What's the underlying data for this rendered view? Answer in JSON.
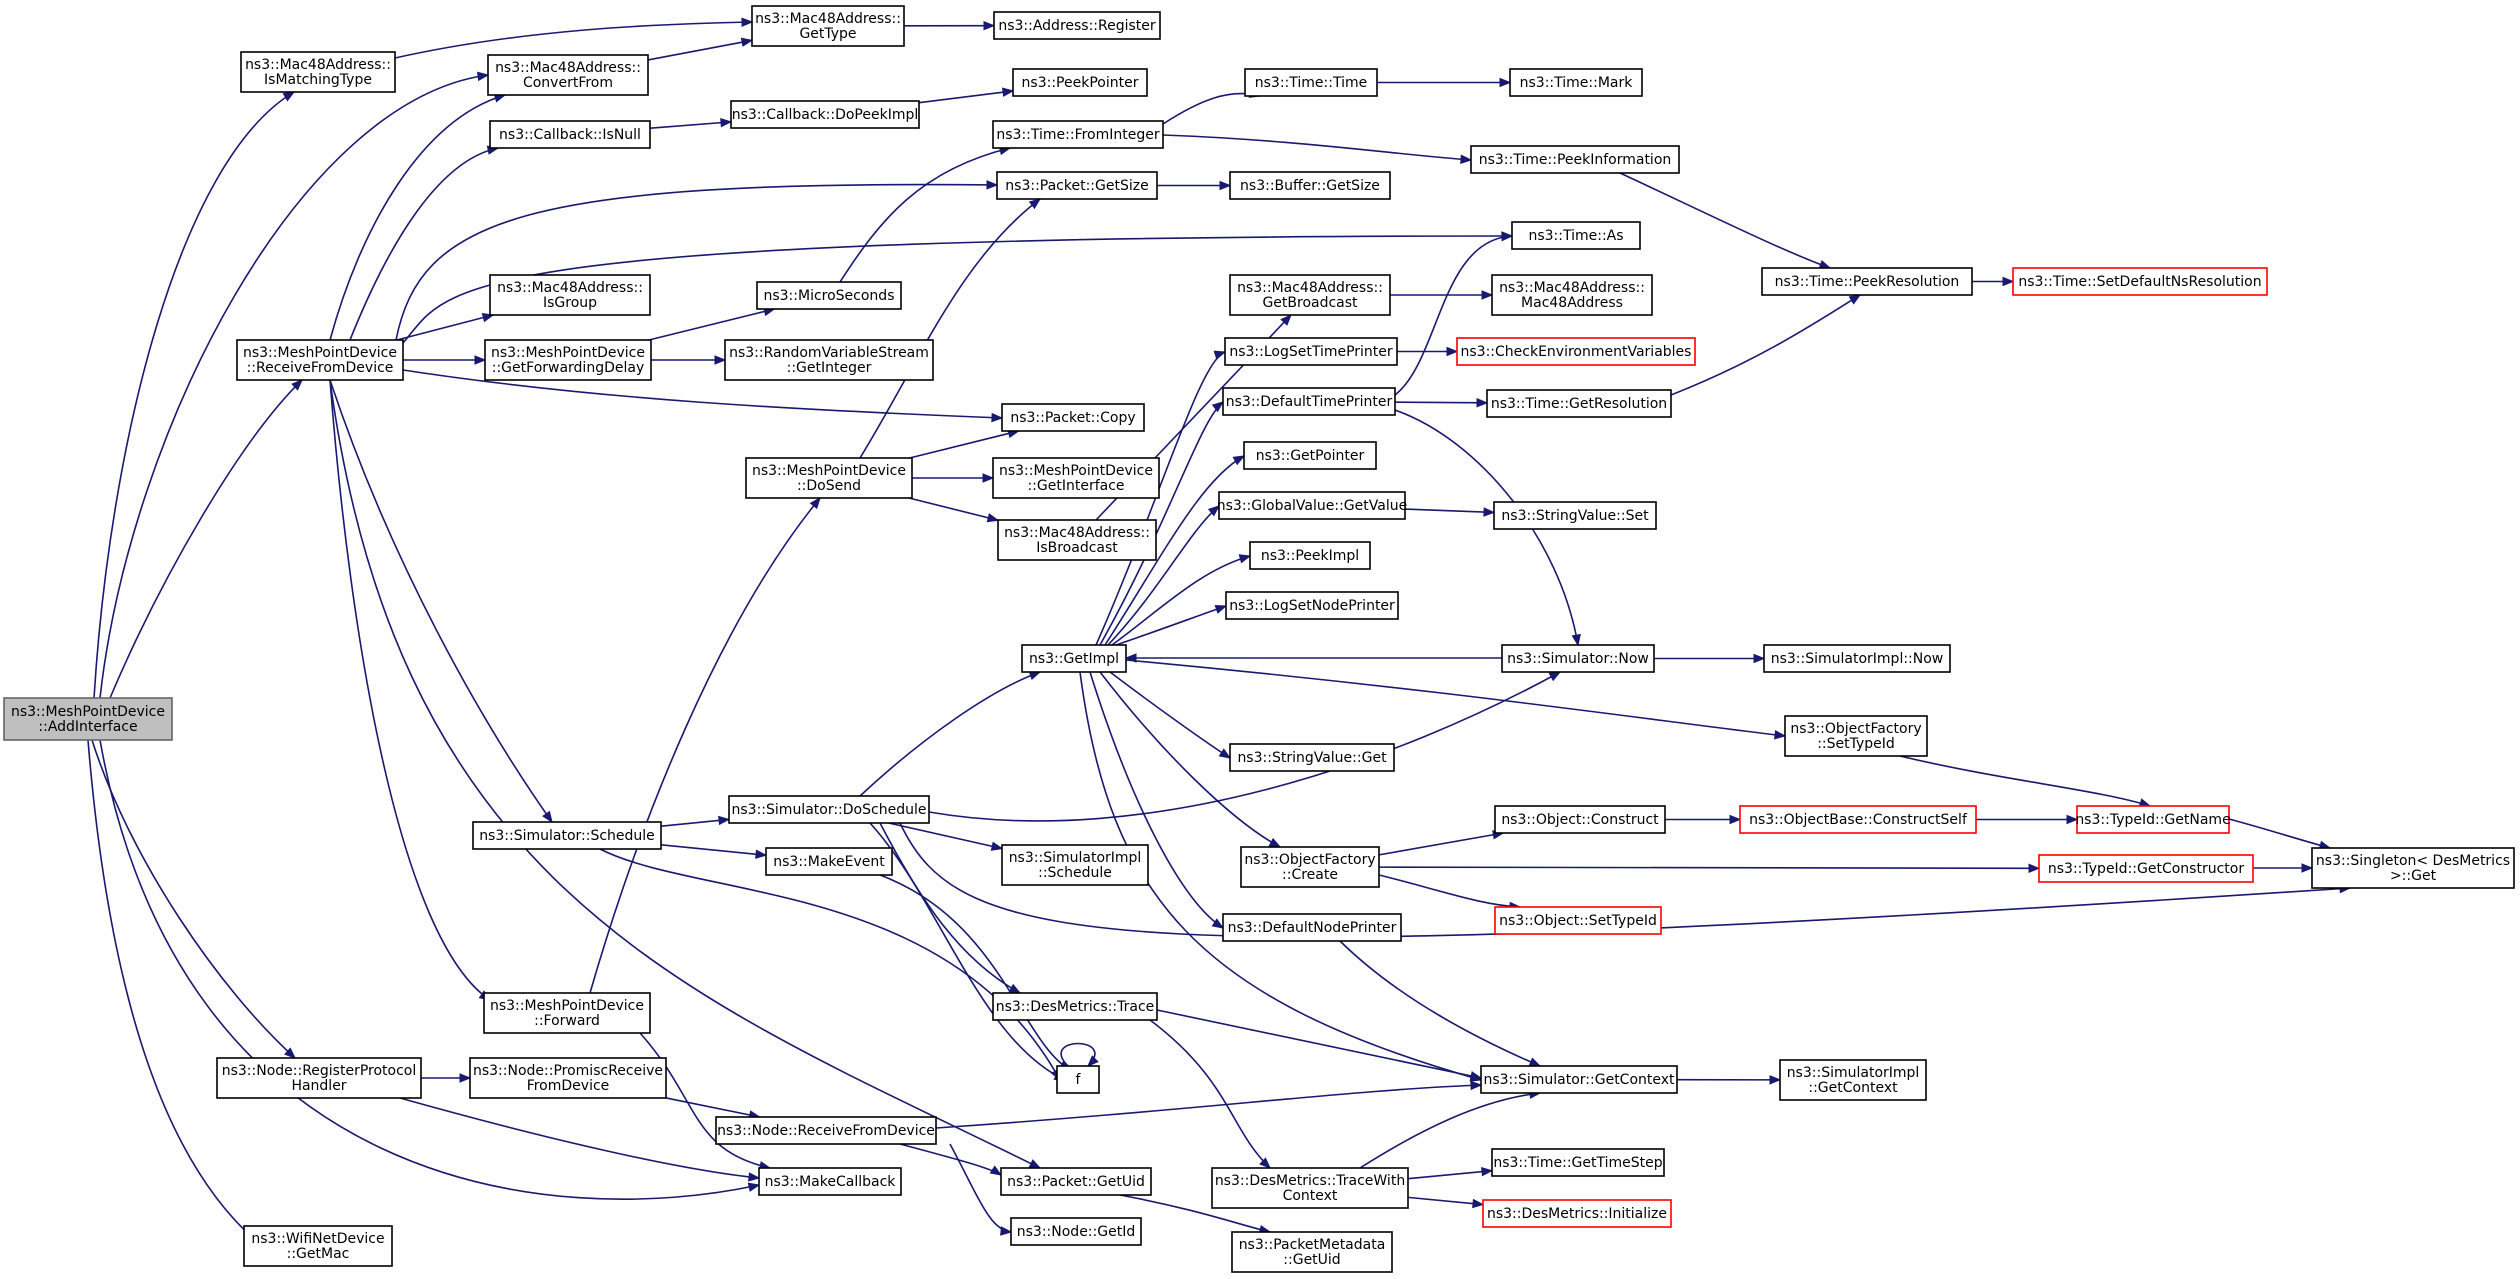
{
  "diagram": {
    "nodes": [
      {
        "id": "root",
        "lines": [
          "ns3::MeshPointDevice",
          "::AddInterface"
        ],
        "style": "root"
      },
      {
        "id": "mac_ismatching",
        "lines": [
          "ns3::Mac48Address::",
          "IsMatchingType"
        ]
      },
      {
        "id": "mac_gettype",
        "lines": [
          "ns3::Mac48Address::",
          "GetType"
        ]
      },
      {
        "id": "addr_register",
        "lines": [
          "ns3::Address::Register"
        ]
      },
      {
        "id": "mac_convertfrom",
        "lines": [
          "ns3::Mac48Address::",
          "ConvertFrom"
        ]
      },
      {
        "id": "peekpointer",
        "lines": [
          "ns3::PeekPointer"
        ]
      },
      {
        "id": "cb_dopeekimpl",
        "lines": [
          "ns3::Callback::DoPeekImpl"
        ]
      },
      {
        "id": "cb_isnull",
        "lines": [
          "ns3::Callback::IsNull"
        ]
      },
      {
        "id": "time_time",
        "lines": [
          "ns3::Time::Time"
        ]
      },
      {
        "id": "time_mark",
        "lines": [
          "ns3::Time::Mark"
        ]
      },
      {
        "id": "time_frominteger",
        "lines": [
          "ns3::Time::FromInteger"
        ]
      },
      {
        "id": "time_peekinfo",
        "lines": [
          "ns3::Time::PeekInformation"
        ]
      },
      {
        "id": "pkt_getsize",
        "lines": [
          "ns3::Packet::GetSize"
        ]
      },
      {
        "id": "buf_getsize",
        "lines": [
          "ns3::Buffer::GetSize"
        ]
      },
      {
        "id": "time_as",
        "lines": [
          "ns3::Time::As"
        ]
      },
      {
        "id": "time_peekres",
        "lines": [
          "ns3::Time::PeekResolution"
        ]
      },
      {
        "id": "time_setdefault",
        "lines": [
          "ns3::Time::SetDefaultNsResolution"
        ],
        "style": "red"
      },
      {
        "id": "mac_isgroup",
        "lines": [
          "ns3::Mac48Address::",
          "IsGroup"
        ]
      },
      {
        "id": "microseconds",
        "lines": [
          "ns3::MicroSeconds"
        ]
      },
      {
        "id": "mac_getbroadcast",
        "lines": [
          "ns3::Mac48Address::",
          "GetBroadcast"
        ]
      },
      {
        "id": "mac_mac48",
        "lines": [
          "ns3::Mac48Address::",
          "Mac48Address"
        ]
      },
      {
        "id": "mpd_receivefrom",
        "lines": [
          "ns3::MeshPointDevice",
          "::ReceiveFromDevice"
        ]
      },
      {
        "id": "mpd_getfwddelay",
        "lines": [
          "ns3::MeshPointDevice",
          "::GetForwardingDelay"
        ]
      },
      {
        "id": "rvs_getinteger",
        "lines": [
          "ns3::RandomVariableStream",
          "::GetInteger"
        ]
      },
      {
        "id": "logsettimeprinter",
        "lines": [
          "ns3::LogSetTimePrinter"
        ]
      },
      {
        "id": "checkenv",
        "lines": [
          "ns3::CheckEnvironmentVariables"
        ],
        "style": "red"
      },
      {
        "id": "defaulttimeprinter",
        "lines": [
          "ns3::DefaultTimePrinter"
        ]
      },
      {
        "id": "time_getres",
        "lines": [
          "ns3::Time::GetResolution"
        ]
      },
      {
        "id": "pkt_copy",
        "lines": [
          "ns3::Packet::Copy"
        ]
      },
      {
        "id": "getpointer",
        "lines": [
          "ns3::GetPointer"
        ]
      },
      {
        "id": "mpd_dosend",
        "lines": [
          "ns3::MeshPointDevice",
          "::DoSend"
        ]
      },
      {
        "id": "mpd_getinterface",
        "lines": [
          "ns3::MeshPointDevice",
          "::GetInterface"
        ]
      },
      {
        "id": "gv_getvalue",
        "lines": [
          "ns3::GlobalValue::GetValue"
        ]
      },
      {
        "id": "sv_set",
        "lines": [
          "ns3::StringValue::Set"
        ]
      },
      {
        "id": "mac_isbroadcast",
        "lines": [
          "ns3::Mac48Address::",
          "IsBroadcast"
        ]
      },
      {
        "id": "peekimpl",
        "lines": [
          "ns3::PeekImpl"
        ]
      },
      {
        "id": "logsetnodeprinter",
        "lines": [
          "ns3::LogSetNodePrinter"
        ]
      },
      {
        "id": "getimpl",
        "lines": [
          "ns3::GetImpl"
        ]
      },
      {
        "id": "sim_now",
        "lines": [
          "ns3::Simulator::Now"
        ]
      },
      {
        "id": "simimpl_now",
        "lines": [
          "ns3::SimulatorImpl::Now"
        ]
      },
      {
        "id": "of_settypeid",
        "lines": [
          "ns3::ObjectFactory",
          "::SetTypeId"
        ]
      },
      {
        "id": "sv_get",
        "lines": [
          "ns3::StringValue::Get"
        ]
      },
      {
        "id": "sim_doschedule",
        "lines": [
          "ns3::Simulator::DoSchedule"
        ]
      },
      {
        "id": "obj_construct",
        "lines": [
          "ns3::Object::Construct"
        ]
      },
      {
        "id": "ob_constructself",
        "lines": [
          "ns3::ObjectBase::ConstructSelf"
        ],
        "style": "red"
      },
      {
        "id": "typeid_getname",
        "lines": [
          "ns3::TypeId::GetName"
        ],
        "style": "red"
      },
      {
        "id": "sim_schedule",
        "lines": [
          "ns3::Simulator::Schedule"
        ]
      },
      {
        "id": "makeevent",
        "lines": [
          "ns3::MakeEvent"
        ]
      },
      {
        "id": "simimpl_schedule",
        "lines": [
          "ns3::SimulatorImpl",
          "::Schedule"
        ]
      },
      {
        "id": "of_create",
        "lines": [
          "ns3::ObjectFactory",
          "::Create"
        ]
      },
      {
        "id": "typeid_getctor",
        "lines": [
          "ns3::TypeId::GetConstructor"
        ],
        "style": "red"
      },
      {
        "id": "singleton_get",
        "lines": [
          "ns3::Singleton< DesMetrics",
          ">::Get"
        ]
      },
      {
        "id": "obj_settypeid",
        "lines": [
          "ns3::Object::SetTypeId"
        ],
        "style": "red"
      },
      {
        "id": "defaultnodeprinter",
        "lines": [
          "ns3::DefaultNodePrinter"
        ]
      },
      {
        "id": "mpd_forward",
        "lines": [
          "ns3::MeshPointDevice",
          "::Forward"
        ]
      },
      {
        "id": "desmetrics_trace",
        "lines": [
          "ns3::DesMetrics::Trace"
        ]
      },
      {
        "id": "node_regproto",
        "lines": [
          "ns3::Node::RegisterProtocol",
          "Handler"
        ]
      },
      {
        "id": "node_promisc",
        "lines": [
          "ns3::Node::PromiscReceive",
          "FromDevice"
        ]
      },
      {
        "id": "f",
        "lines": [
          "f"
        ]
      },
      {
        "id": "sim_getcontext",
        "lines": [
          "ns3::Simulator::GetContext"
        ]
      },
      {
        "id": "simimpl_getcontext",
        "lines": [
          "ns3::SimulatorImpl",
          "::GetContext"
        ]
      },
      {
        "id": "node_receivefrom",
        "lines": [
          "ns3::Node::ReceiveFromDevice"
        ]
      },
      {
        "id": "time_gettimestep",
        "lines": [
          "ns3::Time::GetTimeStep"
        ]
      },
      {
        "id": "makecallback",
        "lines": [
          "ns3::MakeCallback"
        ]
      },
      {
        "id": "pkt_getuid",
        "lines": [
          "ns3::Packet::GetUid"
        ]
      },
      {
        "id": "desmetrics_tracewith",
        "lines": [
          "ns3::DesMetrics::TraceWith",
          "Context"
        ]
      },
      {
        "id": "desmetrics_init",
        "lines": [
          "ns3::DesMetrics::Initialize"
        ],
        "style": "red"
      },
      {
        "id": "wifi_getmac",
        "lines": [
          "ns3::WifiNetDevice",
          "::GetMac"
        ]
      },
      {
        "id": "node_getid",
        "lines": [
          "ns3::Node::GetId"
        ]
      },
      {
        "id": "pktmeta_getuid",
        "lines": [
          "ns3::PacketMetadata",
          "::GetUid"
        ]
      }
    ],
    "edges": [
      [
        "root",
        "mac_ismatching"
      ],
      [
        "root",
        "mac_convertfrom"
      ],
      [
        "root",
        "mpd_receivefrom"
      ],
      [
        "root",
        "node_regproto"
      ],
      [
        "root",
        "makecallback"
      ],
      [
        "root",
        "wifi_getmac"
      ],
      [
        "mac_ismatching",
        "mac_gettype"
      ],
      [
        "mac_convertfrom",
        "mac_gettype"
      ],
      [
        "mac_gettype",
        "addr_register"
      ],
      [
        "cb_isnull",
        "cb_dopeekimpl"
      ],
      [
        "cb_dopeekimpl",
        "peekpointer"
      ],
      [
        "time_frominteger",
        "time_time"
      ],
      [
        "time_time",
        "time_mark"
      ],
      [
        "time_frominteger",
        "time_peekinfo"
      ],
      [
        "time_peekinfo",
        "time_peekres"
      ],
      [
        "time_peekres",
        "time_setdefault"
      ],
      [
        "time_getres",
        "time_peekres"
      ],
      [
        "pkt_getsize",
        "buf_getsize"
      ],
      [
        "microseconds",
        "time_frominteger"
      ],
      [
        "mpd_receivefrom",
        "mac_convertfrom"
      ],
      [
        "mpd_receivefrom",
        "cb_isnull"
      ],
      [
        "mpd_receivefrom",
        "pkt_getsize"
      ],
      [
        "mpd_receivefrom",
        "time_as"
      ],
      [
        "mpd_receivefrom",
        "mac_isgroup"
      ],
      [
        "mpd_receivefrom",
        "mpd_getfwddelay"
      ],
      [
        "mpd_receivefrom",
        "pkt_copy"
      ],
      [
        "mpd_receivefrom",
        "sim_schedule"
      ],
      [
        "mpd_receivefrom",
        "mpd_forward"
      ],
      [
        "mpd_receivefrom",
        "pkt_getuid"
      ],
      [
        "mpd_getfwddelay",
        "microseconds"
      ],
      [
        "mpd_getfwddelay",
        "rvs_getinteger"
      ],
      [
        "mac_getbroadcast",
        "mac_mac48"
      ],
      [
        "logsettimeprinter",
        "checkenv"
      ],
      [
        "defaulttimeprinter",
        "time_as"
      ],
      [
        "defaulttimeprinter",
        "time_getres"
      ],
      [
        "defaulttimeprinter",
        "sim_now"
      ],
      [
        "mpd_dosend",
        "pkt_getsize"
      ],
      [
        "mpd_dosend",
        "pkt_copy"
      ],
      [
        "mpd_dosend",
        "mpd_getinterface"
      ],
      [
        "mpd_dosend",
        "mac_isbroadcast"
      ],
      [
        "mac_isbroadcast",
        "mac_getbroadcast"
      ],
      [
        "gv_getvalue",
        "sv_set"
      ],
      [
        "getimpl",
        "logsettimeprinter"
      ],
      [
        "getimpl",
        "defaulttimeprinter"
      ],
      [
        "getimpl",
        "getpointer"
      ],
      [
        "getimpl",
        "gv_getvalue"
      ],
      [
        "getimpl",
        "peekimpl"
      ],
      [
        "getimpl",
        "logsetnodeprinter"
      ],
      [
        "getimpl",
        "sv_get"
      ],
      [
        "getimpl",
        "of_settypeid"
      ],
      [
        "getimpl",
        "of_create"
      ],
      [
        "getimpl",
        "defaultnodeprinter"
      ],
      [
        "getimpl",
        "sim_getcontext"
      ],
      [
        "sim_now",
        "getimpl"
      ],
      [
        "sim_now",
        "simimpl_now"
      ],
      [
        "of_settypeid",
        "typeid_getname"
      ],
      [
        "sim_doschedule",
        "getimpl"
      ],
      [
        "sim_doschedule",
        "sim_now"
      ],
      [
        "sim_doschedule",
        "simimpl_schedule"
      ],
      [
        "sim_doschedule",
        "desmetrics_trace"
      ],
      [
        "sim_doschedule",
        "singleton_get"
      ],
      [
        "sim_doschedule",
        "f"
      ],
      [
        "sim_schedule",
        "sim_doschedule"
      ],
      [
        "sim_schedule",
        "makeevent"
      ],
      [
        "sim_schedule",
        "f"
      ],
      [
        "makeevent",
        "f"
      ],
      [
        "f",
        "f"
      ],
      [
        "obj_construct",
        "ob_constructself"
      ],
      [
        "ob_constructself",
        "typeid_getname"
      ],
      [
        "typeid_getname",
        "singleton_get"
      ],
      [
        "typeid_getctor",
        "singleton_get"
      ],
      [
        "of_create",
        "obj_construct"
      ],
      [
        "of_create",
        "typeid_getctor"
      ],
      [
        "of_create",
        "obj_settypeid"
      ],
      [
        "defaultnodeprinter",
        "sim_getcontext"
      ],
      [
        "mpd_forward",
        "mpd_dosend"
      ],
      [
        "mpd_forward",
        "makecallback"
      ],
      [
        "desmetrics_trace",
        "sim_getcontext"
      ],
      [
        "desmetrics_trace",
        "desmetrics_tracewith"
      ],
      [
        "node_regproto",
        "node_promisc"
      ],
      [
        "node_regproto",
        "makecallback"
      ],
      [
        "node_promisc",
        "node_receivefrom"
      ],
      [
        "sim_getcontext",
        "simimpl_getcontext"
      ],
      [
        "node_receivefrom",
        "sim_getcontext"
      ],
      [
        "node_receivefrom",
        "pkt_getuid"
      ],
      [
        "node_receivefrom",
        "node_getid"
      ],
      [
        "desmetrics_tracewith",
        "sim_getcontext"
      ],
      [
        "desmetrics_tracewith",
        "time_gettimestep"
      ],
      [
        "desmetrics_tracewith",
        "desmetrics_init"
      ],
      [
        "pkt_getuid",
        "pktmeta_getuid"
      ]
    ]
  }
}
